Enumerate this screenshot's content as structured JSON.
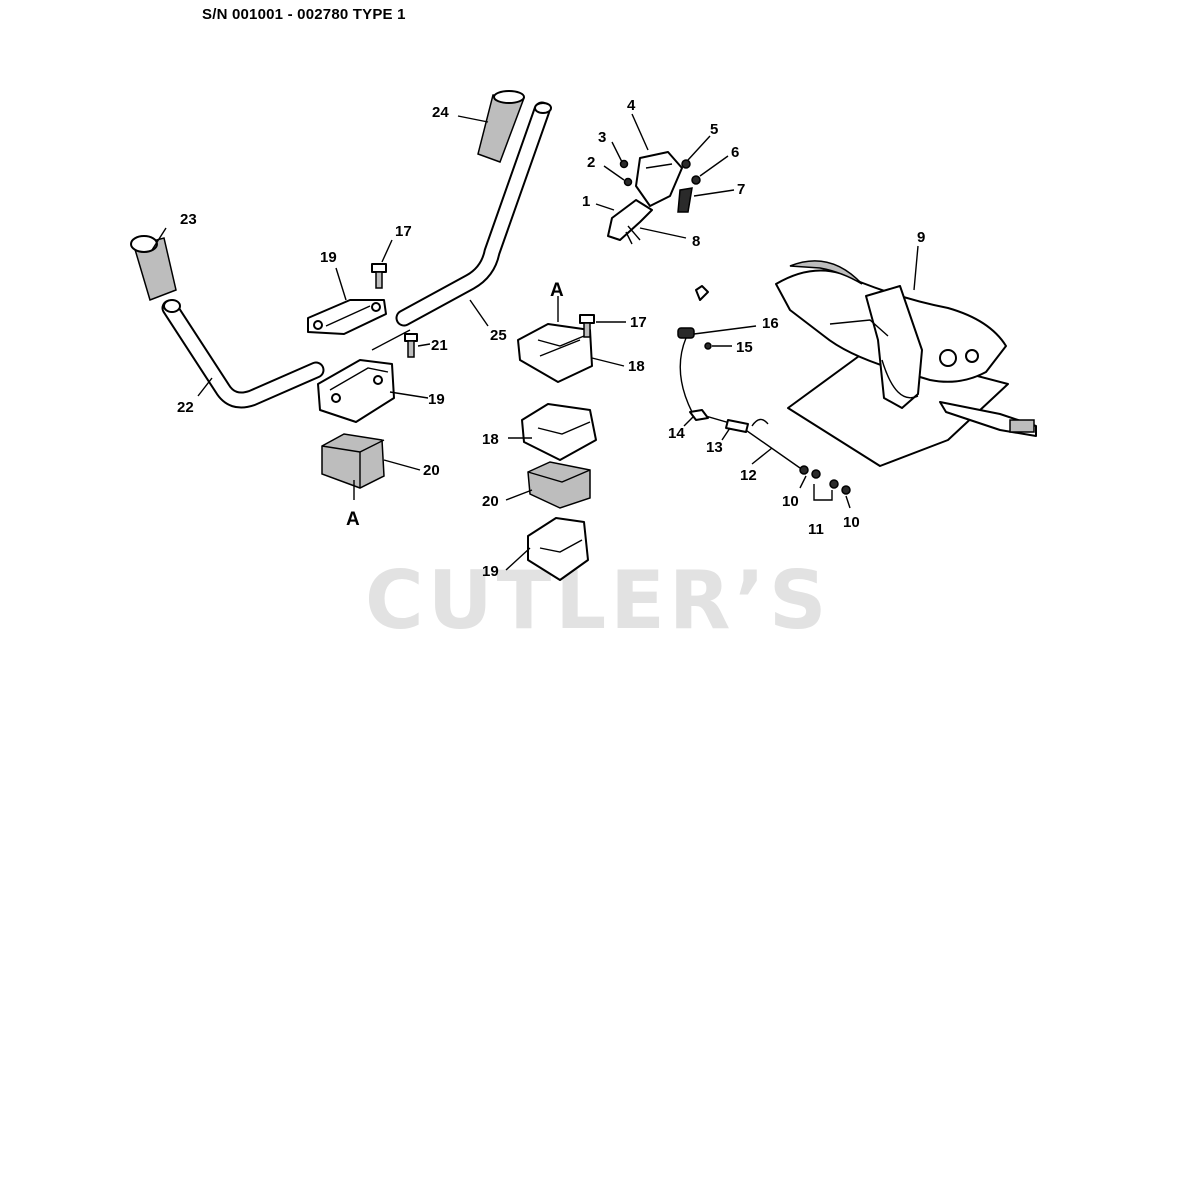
{
  "header": {
    "title": "S/N 001001 - 002780 TYPE 1"
  },
  "watermark": {
    "text": "CUTLER’S"
  },
  "callouts": {
    "c1": "1",
    "c2": "2",
    "c3": "3",
    "c4": "4",
    "c5": "5",
    "c6": "6",
    "c7": "7",
    "c8": "8",
    "c9": "9",
    "c10a": "10",
    "c10b": "10",
    "c11": "11",
    "c12": "12",
    "c13": "13",
    "c14": "14",
    "c15": "15",
    "c16": "16",
    "c17a": "17",
    "c17b": "17",
    "c18a": "18",
    "c18b": "18",
    "c19a": "19",
    "c19b": "19",
    "c19c": "19",
    "c20a": "20",
    "c20b": "20",
    "c21": "21",
    "c22": "22",
    "c23": "23",
    "c24": "24",
    "c25": "25"
  },
  "view_markers": {
    "a_left": "A",
    "a_center": "A"
  }
}
